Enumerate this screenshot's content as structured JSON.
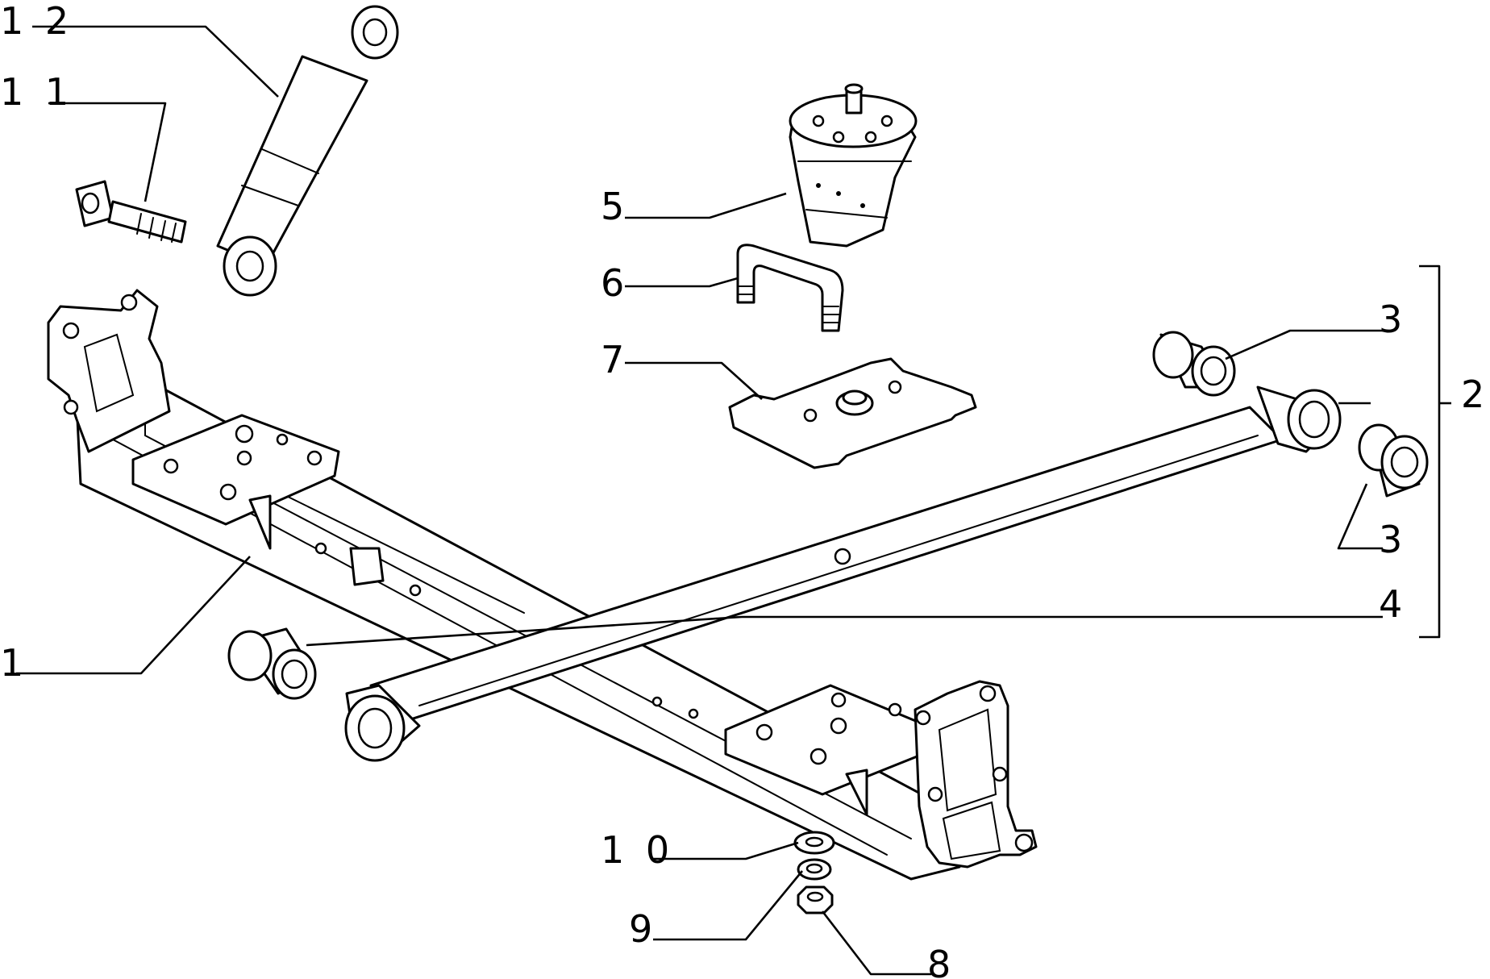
{
  "callouts": [
    {
      "id": "c12",
      "label": "1 2"
    },
    {
      "id": "c11",
      "label": "1 1"
    },
    {
      "id": "c5",
      "label": "5"
    },
    {
      "id": "c6",
      "label": "6"
    },
    {
      "id": "c7",
      "label": "7"
    },
    {
      "id": "c3a",
      "label": "3"
    },
    {
      "id": "c2",
      "label": "2"
    },
    {
      "id": "c3b",
      "label": "3"
    },
    {
      "id": "c4",
      "label": "4"
    },
    {
      "id": "c1",
      "label": "1"
    },
    {
      "id": "c10",
      "label": "1 0"
    },
    {
      "id": "c9",
      "label": "9"
    },
    {
      "id": "c8",
      "label": "8"
    }
  ]
}
